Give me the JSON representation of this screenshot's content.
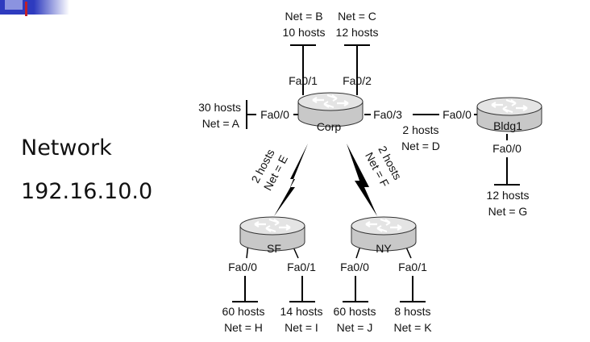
{
  "slide": {
    "heading_line1": "Network",
    "heading_line2": "192.16.10.0"
  },
  "diagram": {
    "routers": {
      "corp": "Corp",
      "bldg1": "Bldg1",
      "sf": "SF",
      "ny": "NY"
    },
    "interfaces": {
      "corp_fa01": "Fa0/1",
      "corp_fa02": "Fa0/2",
      "corp_fa00": "Fa0/0",
      "corp_fa03": "Fa0/3",
      "bldg1_fa00_left": "Fa0/0",
      "bldg1_fa00_bottom": "Fa0/0",
      "sf_fa00": "Fa0/0",
      "sf_fa01": "Fa0/1",
      "ny_fa00": "Fa0/0",
      "ny_fa01": "Fa0/1"
    },
    "networks": {
      "b": {
        "net": "Net = B",
        "hosts": "10 hosts"
      },
      "c": {
        "net": "Net = C",
        "hosts": "12 hosts"
      },
      "a": {
        "hosts": "30 hosts",
        "net": "Net = A"
      },
      "d": {
        "hosts": "2 hosts",
        "net": "Net = D"
      },
      "e": {
        "hosts": "2 hosts",
        "net": "Net = E"
      },
      "f": {
        "hosts": "2 hosts",
        "net": "Net = F"
      },
      "g": {
        "hosts": "12 hosts",
        "net": "Net = G"
      },
      "h": {
        "hosts": "60 hosts",
        "net": "Net = H"
      },
      "i": {
        "hosts": "14 hosts",
        "net": "Net = I"
      },
      "j": {
        "hosts": "60 hosts",
        "net": "Net = J"
      },
      "k": {
        "hosts": "8 hosts",
        "net": "Net = K"
      }
    },
    "colors": {
      "router_body": "#c8c8c8",
      "router_top": "#e4e4e4",
      "line": "#000000",
      "accent_blue": "#2e3bbf",
      "accent_red": "#c0202a"
    }
  }
}
